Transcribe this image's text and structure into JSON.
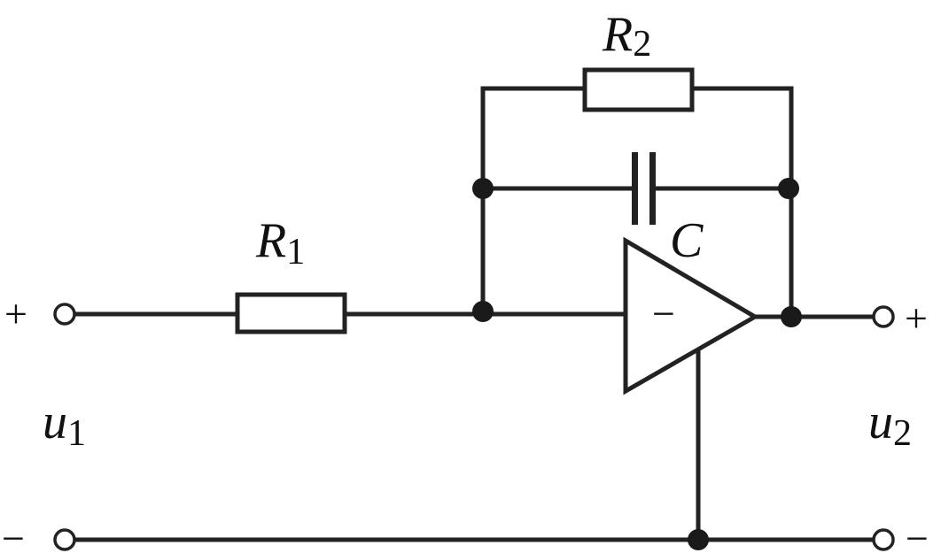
{
  "labels": {
    "r1": {
      "main": "R",
      "sub": "1"
    },
    "r2": {
      "main": "R",
      "sub": "2"
    },
    "c": {
      "main": "C"
    },
    "u1": {
      "main": "u",
      "sub": "1"
    },
    "u2": {
      "main": "u",
      "sub": "2"
    }
  },
  "signs": {
    "input_plus": "+",
    "input_minus": "−",
    "output_plus": "+",
    "output_minus": "−",
    "opamp_inverting": "−"
  }
}
